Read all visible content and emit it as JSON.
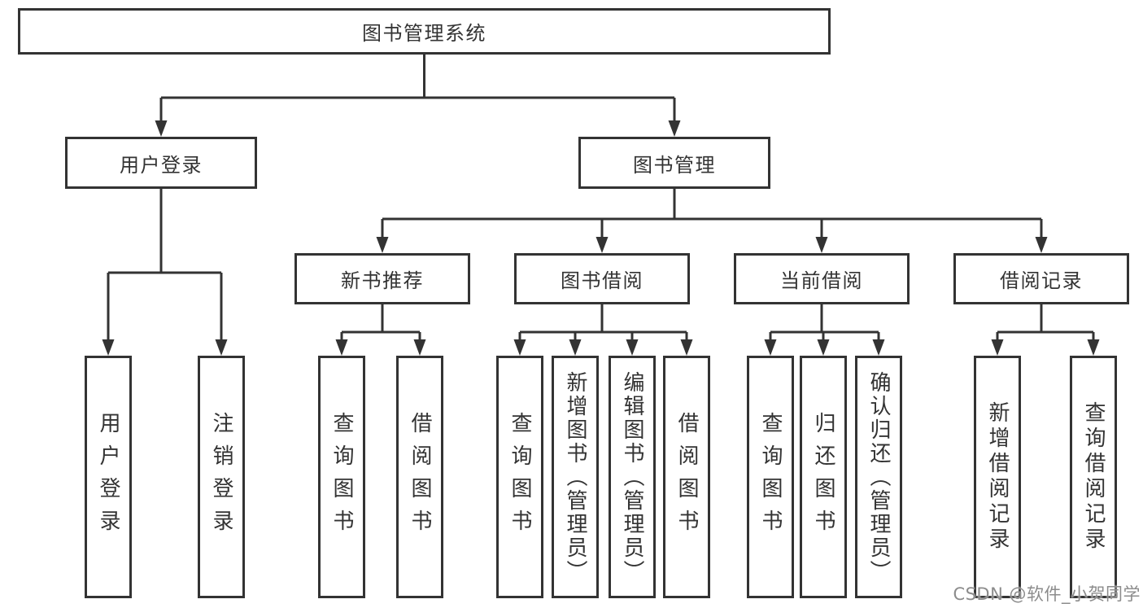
{
  "tree": {
    "label": "图书管理系统",
    "children": [
      {
        "label": "用户登录",
        "children": [
          {
            "label": "用户登录"
          },
          {
            "label": "注销登录"
          }
        ]
      },
      {
        "label": "图书管理",
        "children": [
          {
            "label": "新书推荐",
            "children": [
              {
                "label": "查询图书"
              },
              {
                "label": "借阅图书"
              }
            ]
          },
          {
            "label": "图书借阅",
            "children": [
              {
                "label": "查询图书"
              },
              {
                "label": "新增图书（管理员）"
              },
              {
                "label": "编辑图书（管理员）"
              },
              {
                "label": "借阅图书"
              }
            ]
          },
          {
            "label": "当前借阅",
            "children": [
              {
                "label": "查询图书"
              },
              {
                "label": "归还图书"
              },
              {
                "label": "确认归还（管理员）"
              }
            ]
          },
          {
            "label": "借阅记录",
            "children": [
              {
                "label": "新增借阅记录"
              },
              {
                "label": "查询借阅记录"
              }
            ]
          }
        ]
      }
    ]
  },
  "watermark": "CSDN @软件_小贺同学",
  "colors": {
    "line": "#333333",
    "text": "#333333",
    "watermark": "#8c8c8c",
    "background": "#ffffff"
  }
}
